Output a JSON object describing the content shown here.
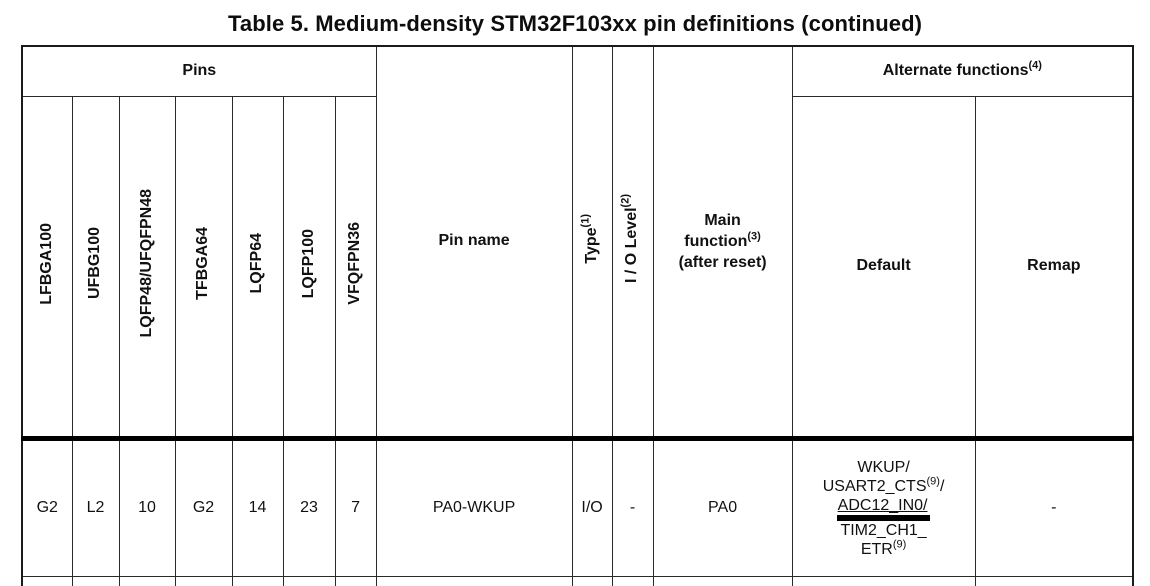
{
  "title": "Table 5. Medium-density STM32F103xx pin definitions (continued)",
  "table": {
    "groups": {
      "pins": "Pins",
      "alternate_functions": {
        "text": "Alternate functions",
        "sup": "(4)"
      }
    },
    "columns": {
      "packages": [
        "LFBGA100",
        "UFBG100",
        "LQFP48/UFQFPN48",
        "TFBGA64",
        "LQFP64",
        "LQFP100",
        "VFQFPN36"
      ],
      "pin_name": "Pin name",
      "type": {
        "text": "Type",
        "sup": "(1)"
      },
      "io_level": {
        "text": "I / O Level",
        "sup": "(2)"
      },
      "main_function": {
        "line1": "Main",
        "line2": "function",
        "line2_sup": "(3)",
        "line3": "(after reset)"
      },
      "default": "Default",
      "remap": "Remap"
    },
    "row": {
      "pins": [
        "G2",
        "L2",
        "10",
        "G2",
        "14",
        "23",
        "7"
      ],
      "pin_name": "PA0-WKUP",
      "type": "I/O",
      "io_level": "-",
      "main_function": "PA0",
      "default_lines": {
        "l1": "WKUP/",
        "l2_text": "USART2_CTS",
        "l2_sup": "(9)",
        "l2_tail": "/",
        "l3_underlined": "ADC12_IN0/",
        "l4": "TIM2_CH1_",
        "l5_text": "ETR",
        "l5_sup": "(9)"
      },
      "remap": "-"
    },
    "colors": {
      "text": "#111111",
      "border": "#2a2a2a",
      "background": "#ffffff"
    }
  }
}
